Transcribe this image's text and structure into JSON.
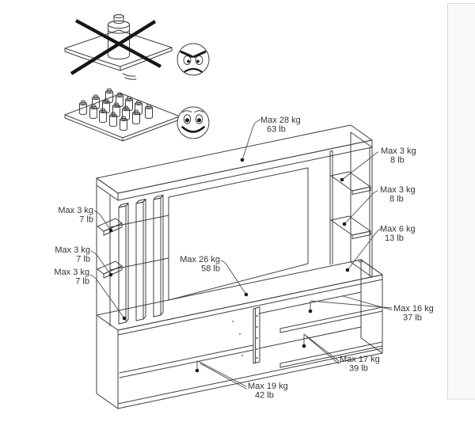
{
  "illustrations": {
    "dont": {
      "icon": "single-heavy-weight-on-bending-shelf-crossed-out",
      "face": "angry-face"
    },
    "do": {
      "icon": "many-small-weights-evenly-distributed-on-shelf",
      "face": "happy-face"
    }
  },
  "labels": {
    "top_shelf": {
      "kg": "Max 28 kg",
      "lb": "63 lb"
    },
    "right_upper_shelf": {
      "kg": "Max 3 kg",
      "lb": "8 lb"
    },
    "right_lower_shelf": {
      "kg": "Max 3 kg",
      "lb": "8 lb"
    },
    "right_side_shelf": {
      "kg": "Max 6 kg",
      "lb": "13 lb"
    },
    "left_upper_shelf": {
      "kg": "Max 3 kg",
      "lb": "7 lb"
    },
    "left_middle_shelf": {
      "kg": "Max 3 kg",
      "lb": "7 lb"
    },
    "left_lower_shelf": {
      "kg": "Max 3 kg",
      "lb": "7 lb"
    },
    "tv_shelf": {
      "kg": "Max 26 kg",
      "lb": "58 lb"
    },
    "cabinet_right_middle": {
      "kg": "Max 16 kg",
      "lb": "37 lb"
    },
    "cabinet_right_bottom": {
      "kg": "Max 17 kg",
      "lb": "39 lb"
    },
    "cabinet_bottom_left": {
      "kg": "Max 19 kg",
      "lb": "42 lb"
    }
  },
  "colors": {
    "line": "#3f3f3f",
    "text": "#333333",
    "cross_out": "#161616",
    "page_border": "#d8d8d8",
    "side_panel_bg": "#fafafa"
  }
}
